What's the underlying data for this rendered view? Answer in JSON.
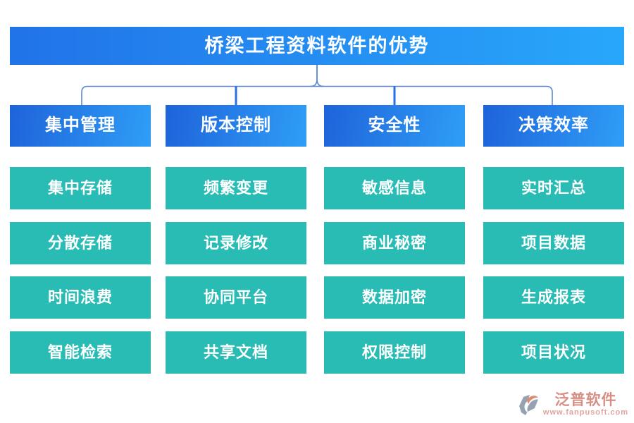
{
  "title": {
    "text": "桥梁工程资料软件的优势"
  },
  "columns": [
    {
      "header": "集中管理",
      "items": [
        "集中存储",
        "分散存储",
        "时间浪费",
        "智能检索"
      ]
    },
    {
      "header": "版本控制",
      "items": [
        "频繁变更",
        "记录修改",
        "协同平台",
        "共享文档"
      ]
    },
    {
      "header": "安全性",
      "items": [
        "敏感信息",
        "商业秘密",
        "数据加密",
        "权限控制"
      ]
    },
    {
      "header": "决策效率",
      "items": [
        "实时汇总",
        "项目数据",
        "生成报表",
        "项目状况"
      ]
    }
  ],
  "colors": {
    "title_gradient_start": "#2173e8",
    "title_gradient_end": "#28a7fb",
    "header_gradient_start": "#1e63da",
    "header_gradient_end": "#2f9ef7",
    "cell_background": "#29bcb4",
    "connector_line": "#5b87d6",
    "connector_drop": "#2b6fe0",
    "text": "#ffffff"
  },
  "footer": {
    "brand": "泛普软件",
    "url": "www.fanpusoft.com",
    "brand_color": "#d68f87",
    "url_color": "#dfa49c",
    "logo_gray": "#96a1b3",
    "logo_orange": "#df8d70"
  }
}
